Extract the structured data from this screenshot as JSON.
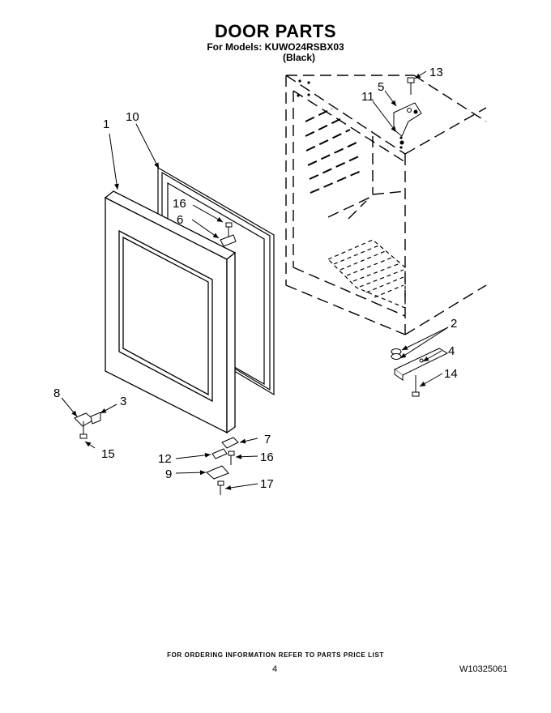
{
  "header": {
    "title": "DOOR PARTS",
    "models": "For Models: KUWO24RSBX03",
    "color": "(Black)"
  },
  "callouts": [
    "1",
    "10",
    "16",
    "6",
    "5",
    "13",
    "11",
    "2",
    "4",
    "14",
    "8",
    "3",
    "15",
    "7",
    "12",
    "16",
    "9",
    "17"
  ],
  "footer": {
    "note": "FOR ORDERING INFORMATION REFER TO PARTS PRICE LIST",
    "page": "4",
    "doc_number": "W10325061"
  }
}
